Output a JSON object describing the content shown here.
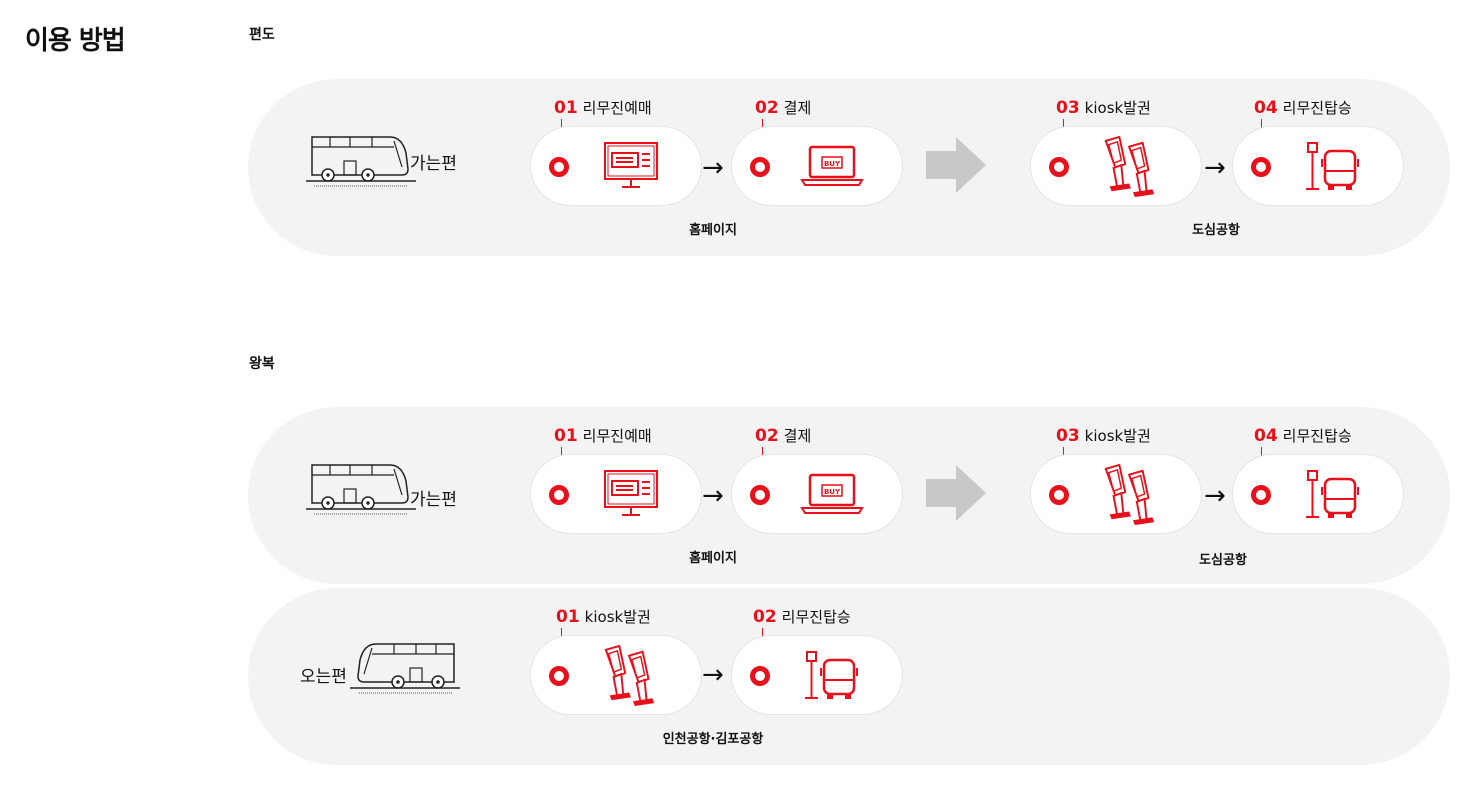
{
  "page_title": "이용 방법",
  "sections": {
    "oneway": {
      "title": "편도",
      "route": {
        "direction": "가는편",
        "steps": [
          {
            "num": "01",
            "label": "리무진예매",
            "icon": "ticket-monitor-icon"
          },
          {
            "num": "02",
            "label": "결제",
            "icon": "laptop-buy-icon"
          },
          {
            "num": "03",
            "label": "kiosk발권",
            "icon": "kiosk-icon"
          },
          {
            "num": "04",
            "label": "리무진탑승",
            "icon": "bus-stop-icon"
          }
        ],
        "captions": [
          "홈페이지",
          "도심공항"
        ]
      }
    },
    "roundtrip": {
      "title": "왕복",
      "outbound": {
        "direction": "가는편",
        "steps": [
          {
            "num": "01",
            "label": "리무진예매",
            "icon": "ticket-monitor-icon"
          },
          {
            "num": "02",
            "label": "결제",
            "icon": "laptop-buy-icon"
          },
          {
            "num": "03",
            "label": "kiosk발권",
            "icon": "kiosk-icon"
          },
          {
            "num": "04",
            "label": "리무진탑승",
            "icon": "bus-stop-icon"
          }
        ],
        "captions": [
          "홈페이지",
          "도심공항"
        ]
      },
      "inbound": {
        "direction": "오는편",
        "steps": [
          {
            "num": "01",
            "label": "kiosk발권",
            "icon": "kiosk-icon"
          },
          {
            "num": "02",
            "label": "리무진탑승",
            "icon": "bus-stop-icon"
          }
        ],
        "captions": [
          "인천공항·김포공항"
        ]
      }
    }
  },
  "buy_text": "BUY",
  "colors": {
    "accent": "#e8111b",
    "panel": "#f3f3f3",
    "card": "#ffffff",
    "big_arrow": "#c8c8c8"
  }
}
